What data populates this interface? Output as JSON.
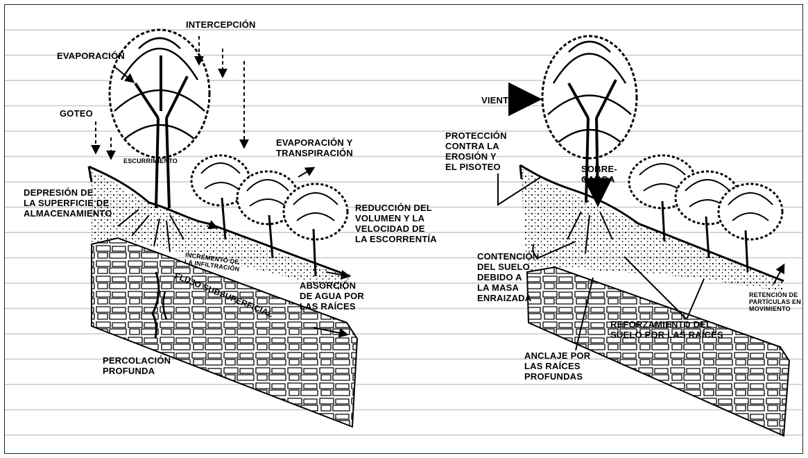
{
  "left_diagram": {
    "intercepcion": "INTERCEPCIÓN",
    "evaporacion": "EVAPORACIÓN",
    "goteo": "GOTEO",
    "escurrimiento": "ESCURRIMIENTO",
    "evap_transp": [
      "EVAPORACIÓN Y",
      "TRANSPIRACIÓN"
    ],
    "depresion": [
      "DEPRESIÓN DE",
      "LA SUPERFICIE DE",
      "ALMACENAMIENTO"
    ],
    "reduccion": [
      "REDUCCIÓN DEL",
      "VOLUMEN Y LA",
      "VELOCIDAD DE",
      "LA ESCORRENTÍA"
    ],
    "incremento": [
      "INCREMENTO DE",
      "LA INFILTRACIÓN"
    ],
    "flujo": "FLUJO SUBSUPERFICIAL",
    "absorcion": [
      "ABSORCIÓN",
      "DE AGUA POR",
      "LAS RAÍCES"
    ],
    "percolacion": [
      "PERCOLACIÓN",
      "PROFUNDA"
    ]
  },
  "right_diagram": {
    "viento": "VIENTO",
    "proteccion": [
      "PROTECCIÓN",
      "CONTRA LA",
      "EROSIÓN Y",
      "EL PISOTEO"
    ],
    "sobrecarga": [
      "SOBRE-",
      "CARGA"
    ],
    "contencion": [
      "CONTENCIÓN",
      "DEL SUELO",
      "DEBIDO A",
      "LA MASA",
      "ENRAIZADA"
    ],
    "retencion": [
      "RETENCIÓN DE",
      "PARTÍCULAS EN",
      "MOVIMIENTO"
    ],
    "reforzamiento": [
      "REFORZAMIENTO DEL",
      "SUELO POR LAS RAÍCES"
    ],
    "anclaje": [
      "ANCLAJE POR",
      "LAS RAÍCES",
      "PROFUNDAS"
    ]
  }
}
